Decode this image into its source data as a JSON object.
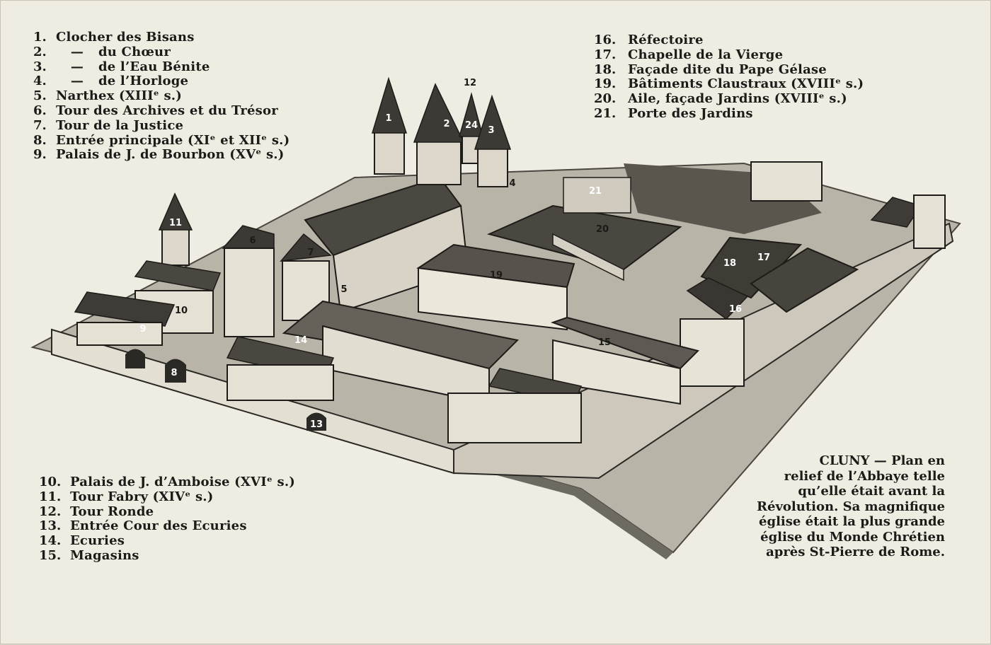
{
  "legend_top_left": [
    {
      "n": "1.",
      "t": "Clocher des Bisans"
    },
    {
      "n": "2.",
      "dash": "—",
      "t": "du Chœur"
    },
    {
      "n": "3.",
      "dash": "—",
      "t": "de l’Eau Bénite"
    },
    {
      "n": "4.",
      "dash": "—",
      "t": "de l’Horloge"
    },
    {
      "n": "5.",
      "t": "Narthex (XIIIᵉ s.)"
    },
    {
      "n": "6.",
      "t": "Tour des Archives et du Trésor"
    },
    {
      "n": "7.",
      "t": "Tour de la Justice"
    },
    {
      "n": "8.",
      "t": "Entrée principale (XIᵉ et XIIᵉ s.)"
    },
    {
      "n": "9.",
      "t": "Palais de J. de Bourbon (XVᵉ s.)"
    }
  ],
  "legend_bottom_left": [
    {
      "n": "10.",
      "t": "Palais de J. d’Amboise (XVIᵉ s.)"
    },
    {
      "n": "11.",
      "t": "Tour Fabry (XIVᵉ s.)"
    },
    {
      "n": "12.",
      "t": "Tour Ronde"
    },
    {
      "n": "13.",
      "t": "Entrée Cour des Ecuries"
    },
    {
      "n": "14.",
      "t": "Ecuries"
    },
    {
      "n": "15.",
      "t": "Magasins"
    }
  ],
  "legend_top_right": [
    {
      "n": "16.",
      "t": "Réfectoire"
    },
    {
      "n": "17.",
      "t": "Chapelle de la Vierge"
    },
    {
      "n": "18.",
      "t": "Façade dite du Pape Gélase"
    },
    {
      "n": "19.",
      "t": "Bâtiments Claustraux (XVIIIᵉ s.)"
    },
    {
      "n": "20.",
      "t": "Aile, façade Jardins (XVIIIᵉ s.)"
    },
    {
      "n": "21.",
      "t": "Porte des Jardins"
    }
  ],
  "caption_lines": [
    "CLUNY — Plan en",
    "relief de l’Abbaye telle",
    "qu’elle était avant la",
    "Révolution. Sa magnifique",
    "église était la plus grande",
    "église du Monde Chrétien",
    "après St-Pierre de Rome."
  ],
  "model_labels": {
    "l1": "1",
    "l2": "2",
    "l3": "3",
    "l4": "4",
    "l5": "5",
    "l6": "6",
    "l7": "7",
    "l8": "8",
    "l9": "9",
    "l10": "10",
    "l11": "11",
    "l12": "12",
    "l13": "13",
    "l14": "14",
    "l15": "15",
    "l16": "16",
    "l17": "17",
    "l18": "18",
    "l19": "19",
    "l20": "20",
    "l21": "21",
    "l24": "24"
  }
}
